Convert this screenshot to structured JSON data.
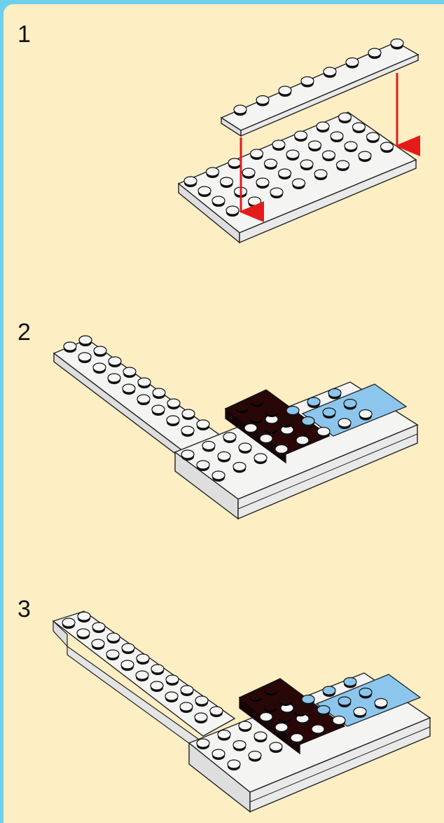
{
  "instructions": {
    "steps": [
      {
        "number": "1"
      },
      {
        "number": "2"
      },
      {
        "number": "3"
      }
    ]
  },
  "colors": {
    "frame": "#6fd0ee",
    "background": "#fdeec4",
    "white_brick": "#f4f4f2",
    "dark_brick": "#2a0606",
    "blue_brick": "#8cc6ec",
    "arrow": "#e51b1b"
  }
}
